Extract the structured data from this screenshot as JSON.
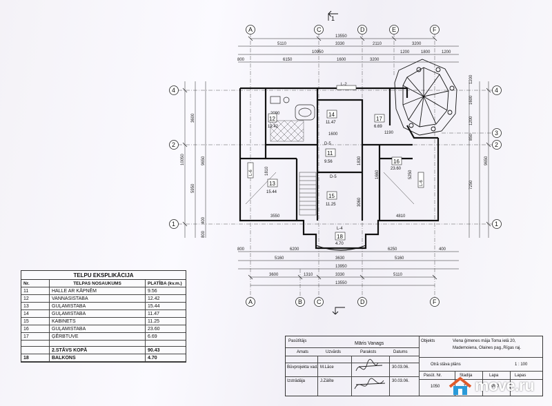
{
  "section_arrow_label": "1",
  "axes": {
    "columns": [
      "A",
      "B",
      "C",
      "D",
      "E",
      "F"
    ],
    "rows": [
      "1",
      "2",
      "3",
      "4"
    ]
  },
  "dimensions": {
    "top_overall": "13550",
    "top_chain_1": [
      "5110",
      "3330",
      "2110",
      "3200"
    ],
    "top_chain_2": [
      "10950",
      "1200",
      "1800",
      "1200"
    ],
    "top_chain_3": [
      "800",
      "6150",
      "1600",
      "3200"
    ],
    "bottom_chain_1": [
      "800",
      "6200",
      "6250",
      "400"
    ],
    "bottom_chain_2": [
      "5160",
      "3630",
      "5160"
    ],
    "bottom_overall_1": "13950",
    "bottom_chain_3": [
      "3600",
      "1310",
      "3330",
      "5110"
    ],
    "bottom_overall_2": "13550",
    "left_chain": [
      "3600",
      "5950",
      "400",
      "800"
    ],
    "left_overall": [
      "10050",
      "9650"
    ],
    "right_chain": [
      "1200",
      "1600",
      "1200",
      "850",
      "7250"
    ],
    "right_overall": "9650",
    "inner": [
      "3550",
      "4810",
      "2090",
      "1600",
      "1190",
      "5250",
      "3060",
      "1830",
      "1810",
      "1660"
    ]
  },
  "rooms": [
    {
      "nr": "11",
      "area": "9.56"
    },
    {
      "nr": "12",
      "area": "12.42"
    },
    {
      "nr": "13",
      "area": "15.44"
    },
    {
      "nr": "14",
      "area": "11.47"
    },
    {
      "nr": "15",
      "area": "11.25"
    },
    {
      "nr": "16",
      "area": "23.60"
    },
    {
      "nr": "17",
      "area": "6.69"
    },
    {
      "nr": "18",
      "area": "4.70"
    }
  ],
  "plan_labels": {
    "door_d5_a": "D-5",
    "door_d5_b": "D-5",
    "l2": "L-2",
    "l4": "L-4",
    "l6_a": "L-6",
    "l6_b": "L-6"
  },
  "explication": {
    "title": "TELPU EKSPLIKĀCIJA",
    "headers": {
      "nr": "Nr.",
      "name": "TELPAS NOSAUKUMS",
      "area": "PLATĪBA (kv.m.)"
    },
    "rows": [
      {
        "nr": "11",
        "name": "HALLE AR KĀPNĒM",
        "area": "9.56"
      },
      {
        "nr": "12",
        "name": "VANNASISTABA",
        "area": "12.42"
      },
      {
        "nr": "13",
        "name": "GUĻAMISTABA",
        "area": "15.44"
      },
      {
        "nr": "14",
        "name": "GUĻAMISTABA",
        "area": "11.47"
      },
      {
        "nr": "15",
        "name": "KABINETS",
        "area": "11.25"
      },
      {
        "nr": "16",
        "name": "GUĻAMISTABA",
        "area": "23.60"
      },
      {
        "nr": "17",
        "name": "ĢĒRBTUVE",
        "area": "6.69"
      }
    ],
    "total": {
      "nr": "",
      "name": "2.STĀVS KOPĀ",
      "area": "90.43"
    },
    "extra": {
      "nr": "18",
      "name": "BALKONS",
      "area": "4.70"
    }
  },
  "title_block": {
    "pasutitajs_label": "Pasūtītājs",
    "client_name": "Māris Vanags",
    "objekts_label": "Objekts",
    "object_desc_1": "Viena ģimenes māja Toma ielā 20,",
    "object_desc_2": "Mademoiena, Olaines pag.,Rīgas raj.",
    "col_amats": "Amats",
    "col_uzvards": "Uzvārds",
    "col_paraksts": "Paraksts",
    "col_datums": "Datums",
    "row1_role": "Būvprojekta vad.",
    "row1_name": "M.Lāce",
    "row1_date": "30.03.06.",
    "row2_role": "Izstrādāja",
    "row2_name": "J.Zālīte",
    "row2_date": "30.03.06.",
    "sheet_title": "Otrā stāva plāns",
    "scale": "1 : 100",
    "col_pasut_nr": "Pasūt. Nr.",
    "col_stadija": "Stadija",
    "col_lapa": "Lapa",
    "col_lapas": "Lapas",
    "pasut_nr": "1050",
    "stadija": "TP",
    "lapa": "AR-7"
  },
  "watermark": {
    "text": "move.ru"
  }
}
